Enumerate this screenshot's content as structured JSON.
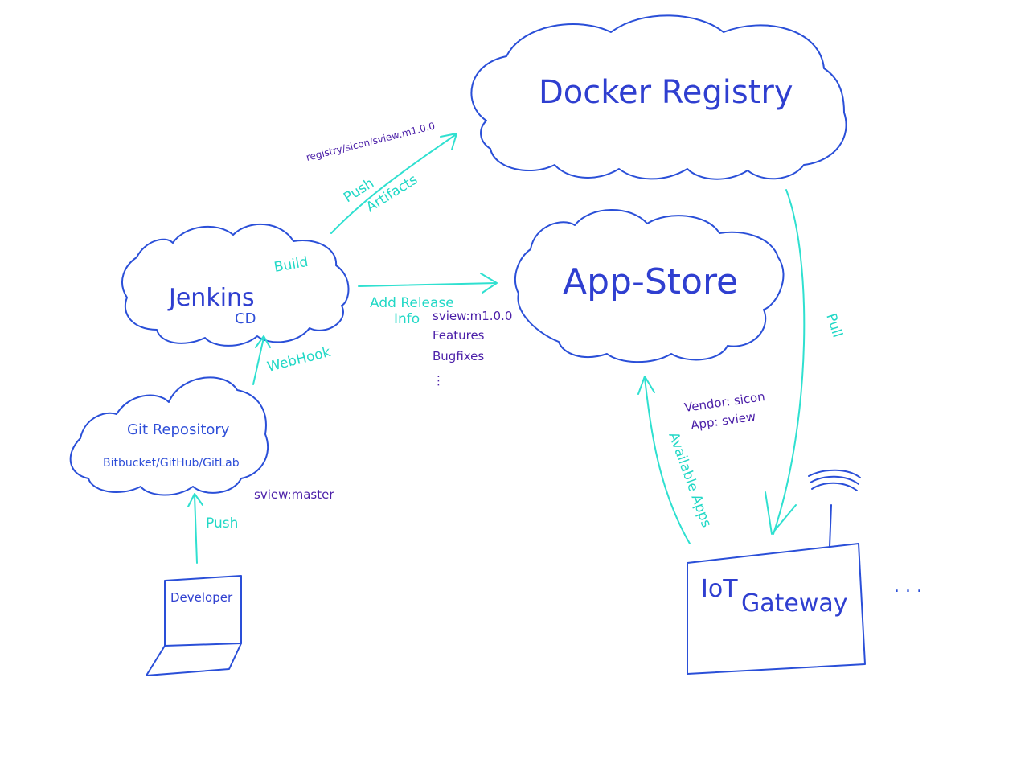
{
  "nodes": {
    "docker_registry": "Docker Registry",
    "app_store": "App-Store",
    "jenkins": "Jenkins",
    "jenkins_sub": "CD",
    "git_repo": "Git Repository",
    "git_repo_sub": "Bitbucket/GitHub/GitLab",
    "developer": "Developer",
    "iot_gateway_1": "IoT",
    "iot_gateway_2": "Gateway"
  },
  "edges": {
    "push_dev": "Push",
    "push_dev_branch": "sview:master",
    "webhook": "WebHook",
    "build": "Build",
    "push_artifacts_1": "Push",
    "push_artifacts_2": "Artifacts",
    "registry_tag": "registry/sicon/sview:m1.0.0",
    "add_release_1": "Add Release",
    "add_release_2": "Info",
    "release_tag": "sview:m1.0.0",
    "release_features": "Features",
    "release_bugfixes": "Bugfixes",
    "release_more": "⋮",
    "pull": "Pull",
    "available_apps": "Available Apps",
    "vendor": "Vendor: sicon",
    "app": "App: sview"
  },
  "misc": {
    "ellipsis": ". . ."
  },
  "colors": {
    "node_ink": "#2a4fd8",
    "arrow_ink": "#2fe0d0",
    "annotation_ink": "#4b1fa8",
    "background": "#ffffff"
  }
}
